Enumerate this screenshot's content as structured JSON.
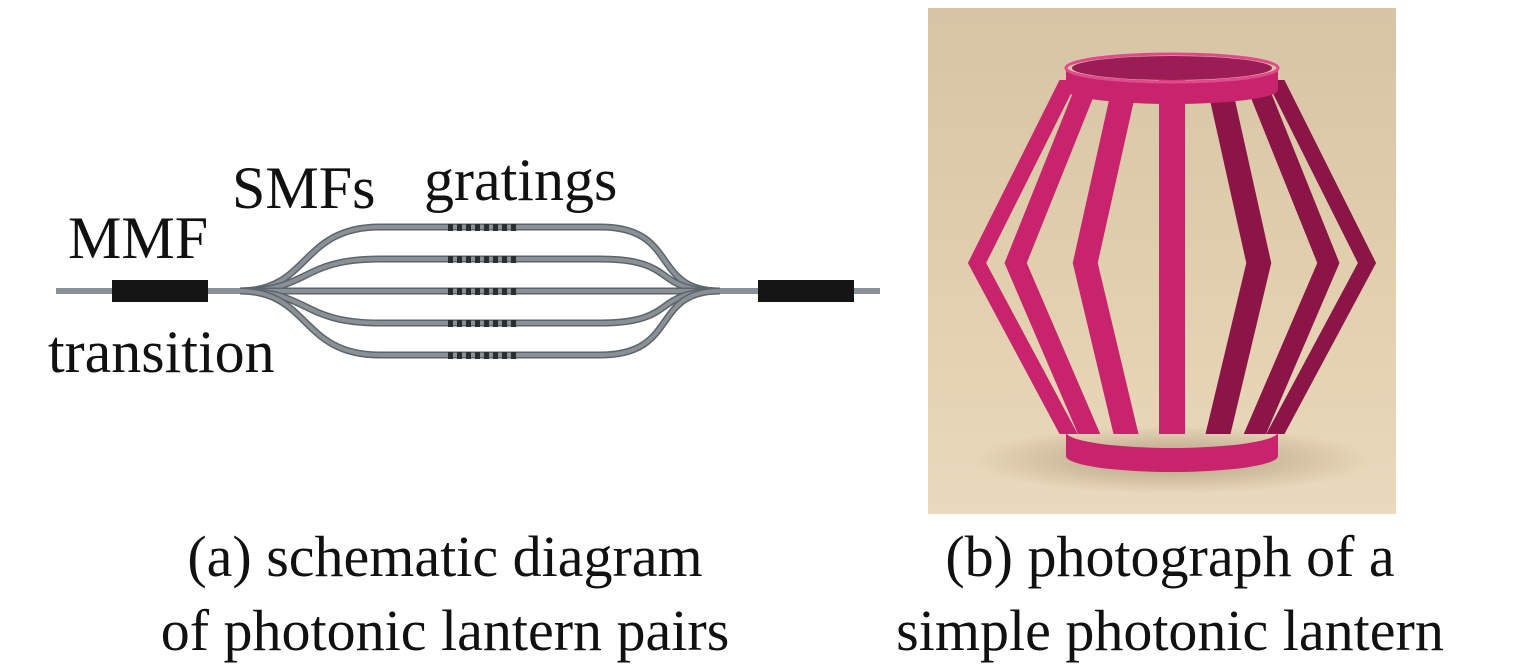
{
  "schematic": {
    "labels": {
      "mmf": "MMF",
      "smfs": "SMFs",
      "gratings": "gratings",
      "transition": "transition"
    },
    "fiber_count": 5,
    "colors": {
      "fiber": "#8a9196",
      "fiber_edge": "#5e656a",
      "block": "#141414",
      "grating_mark": "#2a2e33"
    }
  },
  "photo": {
    "subject": "pink paper lantern",
    "colors": {
      "background": "#d8c3a2",
      "lantern": "#c8246d",
      "lantern_dark": "#8c1548"
    }
  },
  "captions": {
    "a": {
      "line1": "(a) schematic diagram",
      "line2": "of photonic lantern pairs"
    },
    "b": {
      "line1": "(b) photograph of a",
      "line2": "simple photonic lantern"
    }
  }
}
